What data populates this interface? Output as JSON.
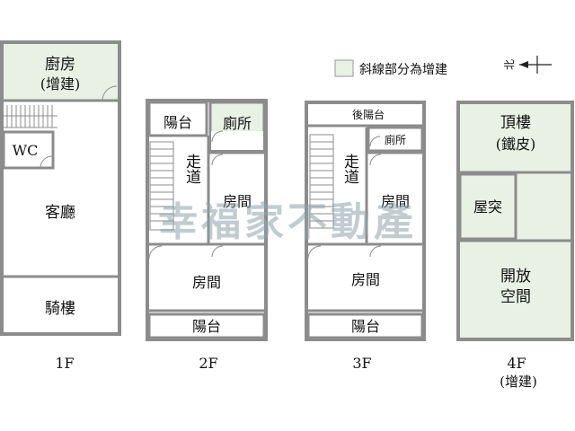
{
  "legend": {
    "text": "斜線部分為增建",
    "swatch_color": "#e8f1e4"
  },
  "compass": {
    "label": "北",
    "icon": "north-arrow-icon"
  },
  "watermark": "幸福家不動產",
  "colors": {
    "wall": "#8c8c8c",
    "addition_fill": "#e8f1e4",
    "room_fill": "#ffffff",
    "text": "#111111"
  },
  "floors": [
    {
      "label": "1F",
      "sublabel": "",
      "rooms": {
        "kitchen": "廚房",
        "kitchen_note": "(增建)",
        "wc": "WC",
        "living": "客廳",
        "arcade": "騎樓"
      }
    },
    {
      "label": "2F",
      "sublabel": "",
      "rooms": {
        "balcony_top": "陽台",
        "toilet": "廁所",
        "corridor": "走道",
        "room_a": "房間",
        "room_b": "房間",
        "balcony_bottom": "陽台"
      }
    },
    {
      "label": "3F",
      "sublabel": "",
      "rooms": {
        "back_balcony": "後陽台",
        "toilet": "廁所",
        "corridor": "走道",
        "room_a": "房間",
        "room_b": "房間",
        "balcony_bottom": "陽台"
      }
    },
    {
      "label": "4F",
      "sublabel": "(增建)",
      "rooms": {
        "roof_house": "頂樓",
        "roof_material": "(鐵皮)",
        "chimney": "屋突",
        "open_space": "開放",
        "open_space_2": "空間"
      }
    }
  ]
}
